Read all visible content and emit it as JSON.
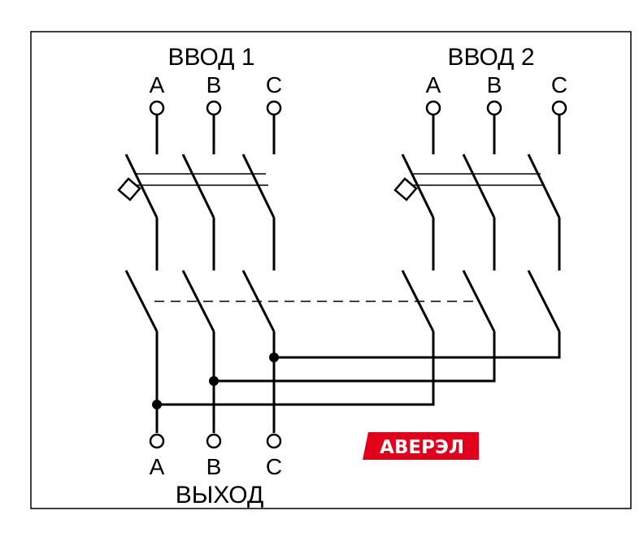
{
  "labels": {
    "input1": "ВВОД 1",
    "input2": "ВВОД 2",
    "output": "ВЫХОД",
    "phase_a": "A",
    "phase_b": "B",
    "phase_c": "C"
  },
  "logo": {
    "text": "АВЕРЭЛ",
    "color": "#e3001b"
  },
  "colors": {
    "line": "#000000",
    "background": "#ffffff"
  }
}
